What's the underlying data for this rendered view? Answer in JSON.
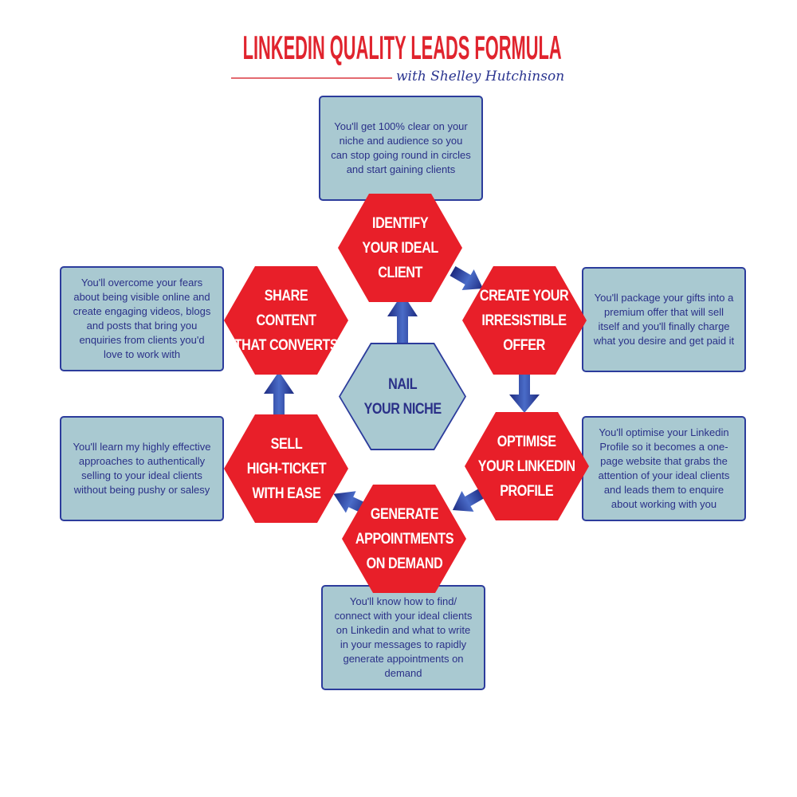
{
  "header": {
    "title": "LINKEDIN QUALITY LEADS FORMULA",
    "subtitle": "with Shelley Hutchinson"
  },
  "center": {
    "label": "NAIL\nYOUR NICHE"
  },
  "steps": [
    {
      "label": "IDENTIFY\nYOUR IDEAL\nCLIENT",
      "description": "You'll get 100% clear on your niche and audience so you can stop going round in circles and start gaining clients"
    },
    {
      "label": "CREATE YOUR\nIRRESISTIBLE\nOFFER",
      "description": "You'll package your gifts into a premium offer that will sell itself and you'll finally charge what you desire and get paid it"
    },
    {
      "label": "OPTIMISE\nYOUR LINKEDIN\nPROFILE",
      "description": "You'll optimise your Linkedin Profile so it becomes a one-page website that grabs the attention of your ideal clients and leads them to enquire about working with you"
    },
    {
      "label": "GENERATE\nAPPOINTMENTS\nON DEMAND",
      "description": "You'll know how to find/ connect with your ideal clients on Linkedin and what to write in your messages to rapidly generate appointments on demand"
    },
    {
      "label": "SELL\nHIGH-TICKET\nWITH EASE",
      "description": "You'll learn my highly effective approaches to authentically selling to your ideal clients without being pushy or salesy"
    },
    {
      "label": "SHARE CONTENT\nTHAT CONVERTS",
      "description": "You'll overcome your fears about being visible online and create engaging videos, blogs and posts that bring you enquiries from clients you'd love to work with"
    }
  ],
  "colors": {
    "red": "#e81f29",
    "blue": "#2c3c9c",
    "box": "#a9c9d1",
    "text": "#2a3088"
  }
}
